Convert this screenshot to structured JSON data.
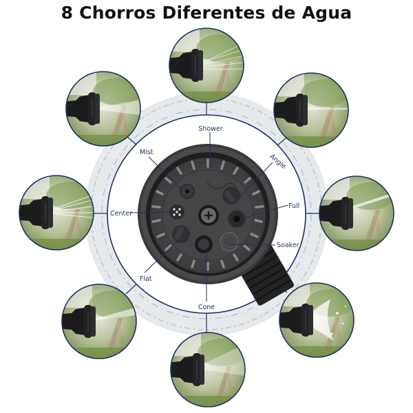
{
  "title": "8 Chorros Diferentes de Agua",
  "colors": {
    "navy": "#1d2f63",
    "nozzle_dark": "#2a2a2c",
    "nozzle_face": "#4a4a4c",
    "foliage": "#6f8f4a",
    "background": "#ffffff"
  },
  "spray_labels": {
    "shower": "Shower",
    "angle": "Angle",
    "full": "Full",
    "soaker": "Soaker",
    "cone": "Cone",
    "flat": "Flat",
    "center": "Center",
    "mist": "Mist"
  },
  "photo_circles": [
    {
      "position": "top",
      "pattern": "shower"
    },
    {
      "position": "top-right",
      "pattern": "angle"
    },
    {
      "position": "right",
      "pattern": "full"
    },
    {
      "position": "bottom-right",
      "pattern": "soaker"
    },
    {
      "position": "bottom",
      "pattern": "cone"
    },
    {
      "position": "bottom-left",
      "pattern": "flat"
    },
    {
      "position": "left",
      "pattern": "center"
    },
    {
      "position": "top-left",
      "pattern": "mist"
    }
  ]
}
